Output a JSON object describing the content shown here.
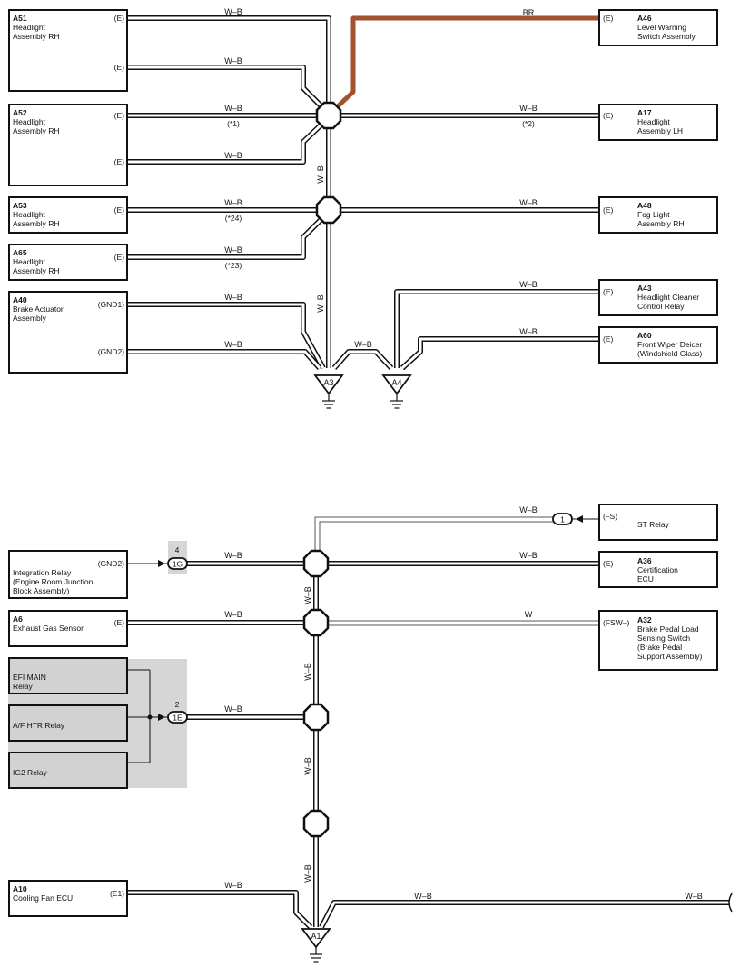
{
  "colors": {
    "br_wire": "#a2522e",
    "relay_fill": "#d2d2d2"
  },
  "wire_labels": {
    "wb": "W–B",
    "br": "BR",
    "w": "W"
  },
  "components": {
    "a51": {
      "code": "A51",
      "line1": "Headlight",
      "line2": "Assembly RH",
      "pin1": "(E)",
      "pin2": "(E)"
    },
    "a52": {
      "code": "A52",
      "line1": "Headlight",
      "line2": "Assembly RH",
      "pin1": "(E)",
      "pin2": "(E)"
    },
    "a53": {
      "code": "A53",
      "line1": "Headlight",
      "line2": "Assembly RH",
      "pin1": "(E)"
    },
    "a65": {
      "code": "A65",
      "line1": "Headlight",
      "line2": "Assembly RH",
      "pin1": "(E)"
    },
    "a40": {
      "code": "A40",
      "line1": "Brake Actuator",
      "line2": "Assembly",
      "pin1": "(GND1)",
      "pin2": "(GND2)"
    },
    "a46": {
      "code": "A46",
      "line1": "Level Warning",
      "line2": "Switch Assembly",
      "pin1": "(E)"
    },
    "a17": {
      "code": "A17",
      "line1": "Headlight",
      "line2": "Assembly LH",
      "pin1": "(E)"
    },
    "a48": {
      "code": "A48",
      "line1": "Fog Light",
      "line2": "Assembly RH",
      "pin1": "(E)"
    },
    "a43": {
      "code": "A43",
      "line1": "Headlight Cleaner",
      "line2": "Control Relay",
      "pin1": "(E)"
    },
    "a60": {
      "code": "A60",
      "line1": "Front Wiper Deicer",
      "line2": "(Windshield Glass)",
      "pin1": "(E)"
    },
    "integration_relay": {
      "line1": "Integration Relay",
      "line2": "(Engine Room Junction",
      "line3": " Block Assembly)",
      "pin1": "(GND2)"
    },
    "a6": {
      "code": "A6",
      "line1": "Exhaust Gas Sensor",
      "pin1": "(E)"
    },
    "efi_main_relay": {
      "line1": "EFI MAIN",
      "line2": "Relay"
    },
    "af_htr_relay": {
      "line1": "A/F HTR Relay"
    },
    "ig2_relay": {
      "line1": "IG2 Relay"
    },
    "a10": {
      "code": "A10",
      "line1": "Cooling Fan ECU",
      "pin1": "(E1)"
    },
    "st_relay": {
      "line1": "ST Relay",
      "pin1": "(–S)"
    },
    "a36": {
      "code": "A36",
      "line1": "Certification",
      "line2": "ECU",
      "pin1": "(E)"
    },
    "a32": {
      "code": "A32",
      "line1": "Brake Pedal Load",
      "line2": "Sensing Switch",
      "line3": "(Brake Pedal",
      "line4": " Support Assembly)",
      "pin1": "(FSW–)"
    }
  },
  "notes": {
    "n1": "(*1)",
    "n2": "(*2)",
    "n24": "(*24)",
    "n23": "(*23)"
  },
  "grounds": {
    "a3": "A3",
    "a4": "A4",
    "a1": "A1"
  },
  "connectors": {
    "c1g": {
      "pin": "4",
      "code": "1G"
    },
    "c1e": {
      "pin": "2",
      "code": "1E"
    },
    "c1": {
      "code": "1"
    }
  }
}
